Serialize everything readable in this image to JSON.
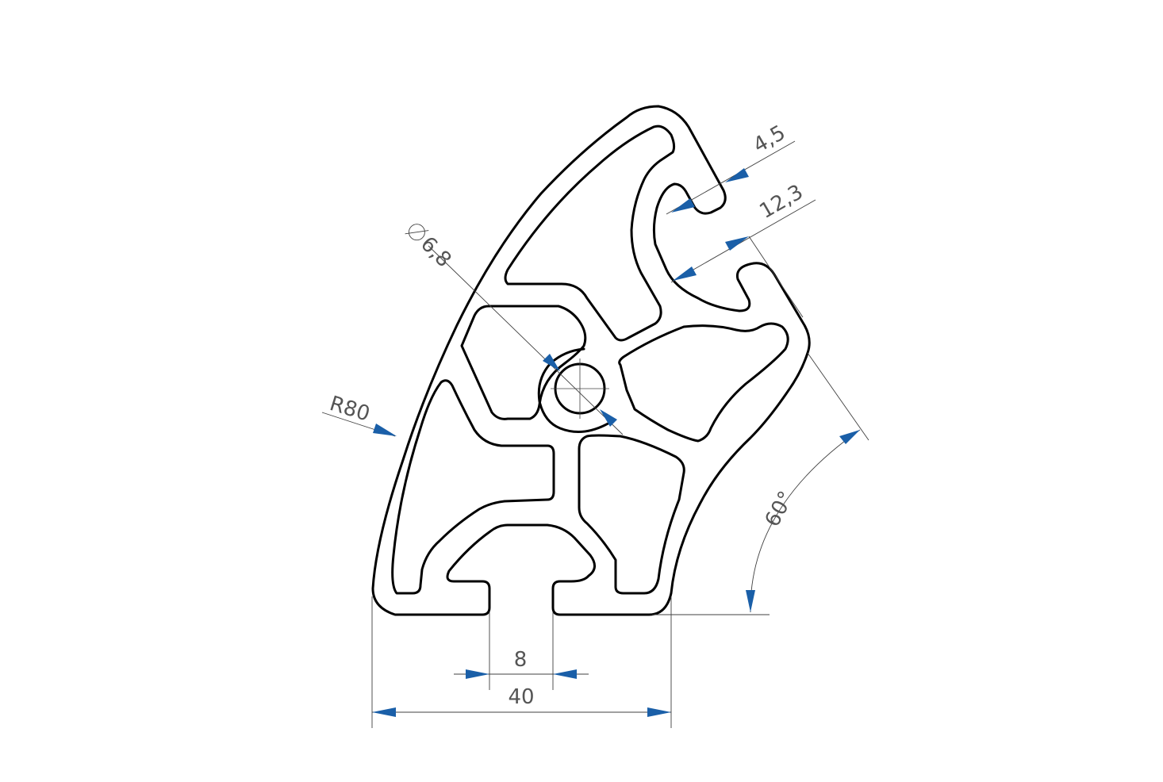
{
  "drawing": {
    "ink_color": "#000000",
    "dimension_line_color": "#404040",
    "dimension_text_color": "#555555",
    "arrow_color": "#1a5fa8",
    "background": "#ffffff"
  },
  "dimensions": {
    "slot_opening_width": "8",
    "profile_width": "40",
    "radius": "R80",
    "bore_diameter": "6,8",
    "diameter_symbol": "∅",
    "slot_lip_thickness": "4,5",
    "slot_depth": "12,3",
    "segment_angle": "60°"
  }
}
